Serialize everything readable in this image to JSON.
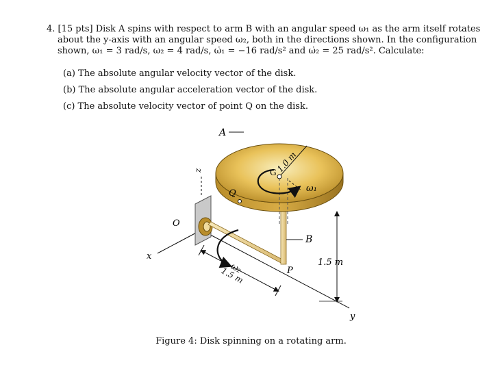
{
  "problem": {
    "line1": "4. [15 pts] Disk A spins with respect to arm B with an angular speed ω₁ as the arm itself rotates",
    "line2": "about the y-axis with an angular speed ω₂, both in the directions shown. In the configuration",
    "line3": "shown, ω₁ = 3 rad/s, ω₂ = 4 rad/s, ω̇₁ = −16 rad/s² and ω̇₂ = 25 rad/s². Calculate:"
  },
  "parts": [
    "(a)  The absolute angular velocity vector of the disk.",
    "(b)  The absolute angular acceleration vector of the disk.",
    "(c)  The absolute velocity vector of point Q on the disk."
  ],
  "figure": {
    "labels": {
      "A": "A",
      "B": "B",
      "G": "G",
      "Q": "Q",
      "O": "O",
      "P": "P",
      "x": "x",
      "y": "y",
      "z": "z",
      "omega1": "ω₁",
      "omega2": "ω₂",
      "radius": "1.0 m",
      "arm_length": "1.5 m",
      "height": "1.5 m"
    },
    "colors": {
      "disk_light": "#f4e3a0",
      "disk_dark": "#b98d2a",
      "arm": "#efd79a",
      "line": "#1a1a1a"
    }
  },
  "caption": "Figure 4: Disk spinning on a rotating arm."
}
